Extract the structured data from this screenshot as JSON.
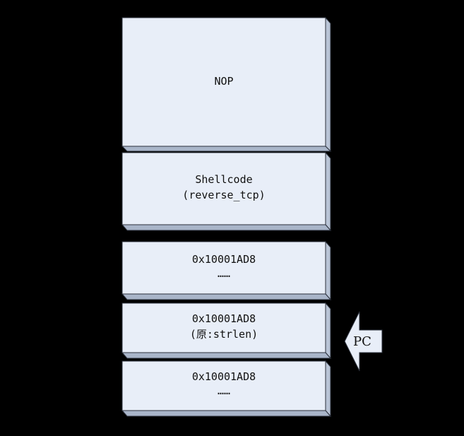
{
  "diagram": {
    "blocks": [
      {
        "lines": [
          "NOP"
        ]
      },
      {
        "lines": [
          "Shellcode",
          "(reverse_tcp)"
        ]
      },
      {
        "lines": [
          "0x10001AD8",
          "……"
        ]
      },
      {
        "lines": [
          "0x10001AD8",
          "(原:strlen)"
        ]
      },
      {
        "lines": [
          "0x10001AD8",
          "……"
        ]
      }
    ],
    "pointer": {
      "label": "PC"
    }
  },
  "colors": {
    "background": "#000000",
    "block_face": "#e8eef8",
    "block_side": "#b9c4d6",
    "block_bottom": "#a9b5c9",
    "border": "#2a2f3a",
    "arrow_fill": "#e8eef8"
  }
}
